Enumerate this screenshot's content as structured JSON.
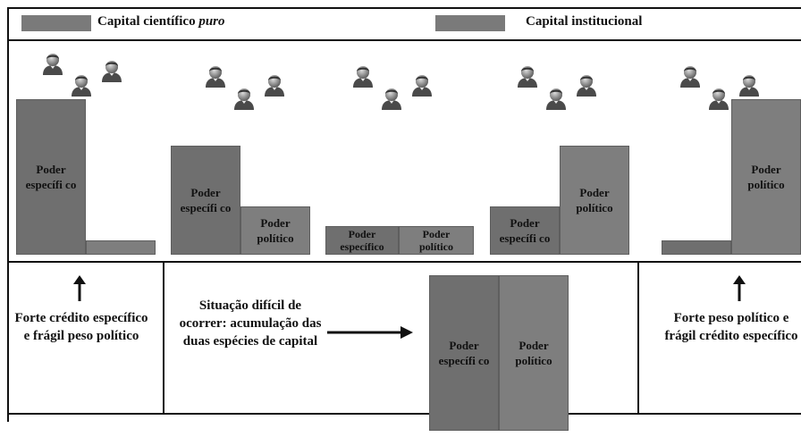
{
  "legend": {
    "scientific_label": "Capital científico",
    "scientific_italic": "puro",
    "institutional_label": "Capital institucional",
    "swatch_color": "#7a7a7a"
  },
  "columns": [
    {
      "scientific_label": "Poder específi co",
      "institutional_label": "",
      "scientific_level": 0.87,
      "institutional_level": 0.08
    },
    {
      "scientific_label": "Poder específi co",
      "institutional_label": "Poder político",
      "scientific_level": 0.61,
      "institutional_level": 0.27
    },
    {
      "scientific_label": "Poder específico",
      "institutional_label": "Poder político",
      "scientific_level": 0.16,
      "institutional_level": 0.16
    },
    {
      "scientific_label": "Poder específi co",
      "institutional_label": "Poder político",
      "scientific_level": 0.27,
      "institutional_level": 0.61
    },
    {
      "scientific_label": "",
      "institutional_label": "Poder político",
      "scientific_level": 0.08,
      "institutional_level": 0.87
    }
  ],
  "bottom": {
    "left_caption": "Forte crédito específico e frágil peso político",
    "middle_caption": "Situação difícil de ocorrer: acumulação das duas espécies de capital",
    "middle_bar_scientific": "Poder específi co",
    "middle_bar_institutional": "Poder político",
    "right_caption": "Forte peso político e frágil crédito específico"
  },
  "icons": {
    "person": "person-icon",
    "arrow_up": "arrow-up-icon",
    "arrow_right": "arrow-right-icon"
  }
}
